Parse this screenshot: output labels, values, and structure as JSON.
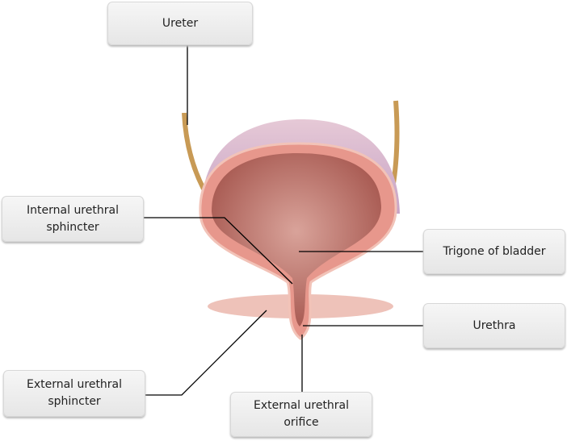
{
  "labels": {
    "ureter": "Ureter",
    "internal_sphincter": "Internal urethral sphincter",
    "trigone": "Trigone of bladder",
    "urethra": "Urethra",
    "external_sphincter": "External urethral sphincter",
    "external_orifice": "External urethral orifice"
  }
}
